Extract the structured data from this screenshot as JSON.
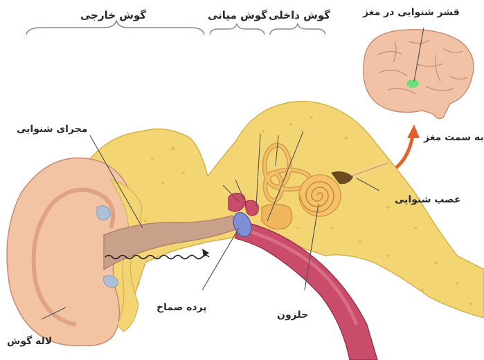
{
  "sections": {
    "outer_ear": "گوش خارجی",
    "middle_ear": "گوش میانی",
    "inner_ear": "گوش داخلی"
  },
  "labels": {
    "auditory_cortex": "قشر شنوایی در مغز",
    "ear_canal": "مجرای شنوایی",
    "to_brain": "به سمت مغز",
    "auditory_nerve": "عصب شنوایی",
    "eardrum": "پرده صماخ",
    "cochlea": "حلزون",
    "pinna": "لاله گوش"
  },
  "colors": {
    "skin": "#f2c4a4",
    "skin_dark": "#d99a7a",
    "bone": "#f3d673",
    "bone_light": "#f8e7a0",
    "canal": "#c9a08a",
    "tube": "#c94d6b",
    "cochlea": "#f5c26b",
    "cortex": "#6ee07a",
    "arrow": "#e2622e",
    "cartilage": "#aebfd9"
  }
}
